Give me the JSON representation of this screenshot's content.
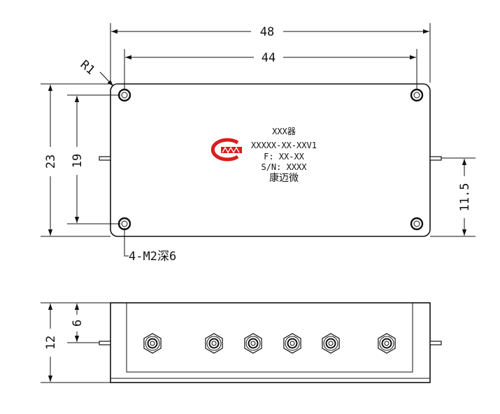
{
  "dimensions": {
    "overall_width": "48",
    "hole_spacing_x": "44",
    "overall_height": "23",
    "hole_spacing_y": "19",
    "connector_height": "11.5",
    "corner_radius": "R1",
    "mounting_note": "4-M2深6",
    "side_height": "12",
    "side_connector_height": "6"
  },
  "nameplate": {
    "line1": "XXX器",
    "line2": "XXXXX-XX-XXV1",
    "line3": "F: XX-XX",
    "line4": "S/N: XXXX",
    "line5": "康迈微",
    "logo_text": "MW"
  },
  "side_view": {
    "connector_count": 6
  },
  "colors": {
    "line": "#111111",
    "logo_red": "#d81e1e",
    "logo_dark": "#333333"
  }
}
